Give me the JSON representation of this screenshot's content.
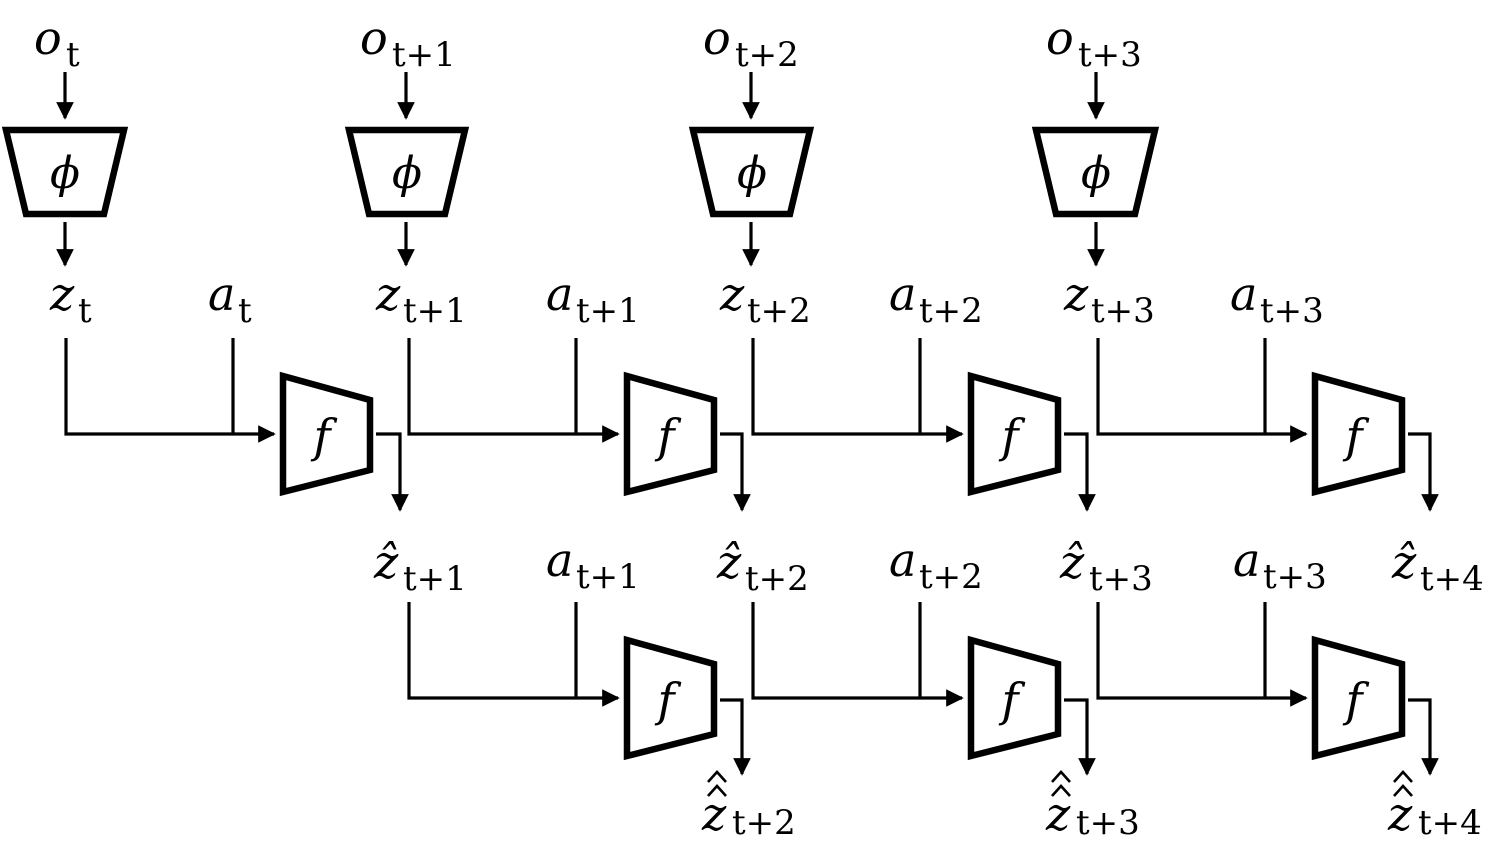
{
  "encoder": {
    "symbol": "ϕ"
  },
  "dynamics": {
    "symbol": "f"
  },
  "observations": [
    {
      "base": "o",
      "sub": "t"
    },
    {
      "base": "o",
      "sub": "t+1"
    },
    {
      "base": "o",
      "sub": "t+2"
    },
    {
      "base": "o",
      "sub": "t+3"
    }
  ],
  "row1": {
    "latents": [
      {
        "base": "z",
        "sub": "t"
      },
      {
        "base": "z",
        "sub": "t+1"
      },
      {
        "base": "z",
        "sub": "t+2"
      },
      {
        "base": "z",
        "sub": "t+3"
      }
    ],
    "actions": [
      {
        "base": "a",
        "sub": "t"
      },
      {
        "base": "a",
        "sub": "t+1"
      },
      {
        "base": "a",
        "sub": "t+2"
      },
      {
        "base": "a",
        "sub": "t+3"
      }
    ]
  },
  "row2": {
    "predictions": [
      {
        "base": "ẑ",
        "sub": "t+1"
      },
      {
        "base": "ẑ",
        "sub": "t+2"
      },
      {
        "base": "ẑ",
        "sub": "t+3"
      },
      {
        "base": "ẑ",
        "sub": "t+4"
      }
    ],
    "actions": [
      {
        "base": "a",
        "sub": "t+1"
      },
      {
        "base": "a",
        "sub": "t+2"
      },
      {
        "base": "a",
        "sub": "t+3"
      }
    ]
  },
  "row3": {
    "predictions": [
      {
        "base": "z",
        "sub": "t+2"
      },
      {
        "base": "z",
        "sub": "t+3"
      },
      {
        "base": "z",
        "sub": "t+4"
      }
    ]
  }
}
